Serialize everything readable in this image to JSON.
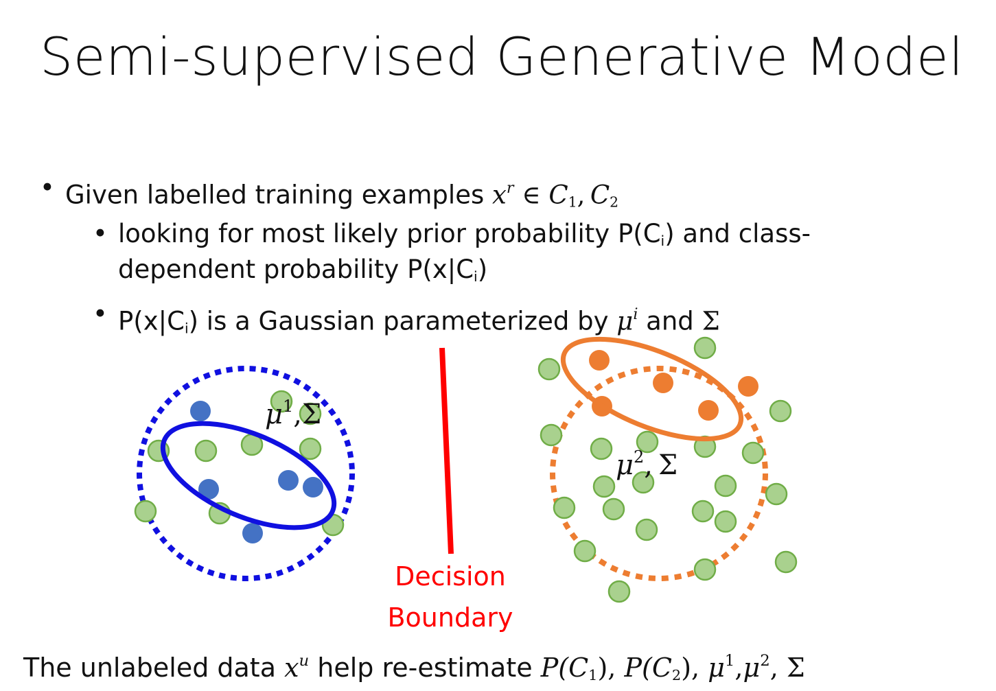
{
  "title": "Semi-supervised Generative Model",
  "bullets": {
    "b1": {
      "text": "Given labelled training examples",
      "math": "x",
      "sup": "r",
      "member": " ∈ ",
      "c": "C",
      "s1": "1",
      "comma": ",",
      "s2": "2"
    },
    "b2": {
      "line1_a": "looking for most likely prior probability P(C",
      "sub": "i",
      "line1_b": ") and class-",
      "line2_a": "dependent probability P(x|C",
      "line2_b": ")"
    },
    "b3": {
      "a": "P(x|C",
      "sub": "i",
      "b": ") is a Gaussian parameterized by ",
      "mu": "μ",
      "sup": "i",
      "c": " and ",
      "sigma": "Σ"
    }
  },
  "diagram": {
    "mu1_label": {
      "mu": "μ",
      "sup": "1",
      "sep": ",",
      "sigma": "Σ"
    },
    "mu2_label": {
      "mu": "μ",
      "sup": "2",
      "sep": ",",
      "sigma": "Σ"
    },
    "decision_line1": "Decision",
    "decision_line2": "Boundary",
    "colors": {
      "class1": "#4472c4",
      "class1_ring": "#1010e0",
      "class2": "#ed7d31",
      "unlabeled_fill": "#a9d18e",
      "unlabeled_stroke": "#70ad47",
      "boundary": "#ff0000"
    }
  },
  "bottom": {
    "a": "The unlabeled data ",
    "x": "x",
    "xsup": "u",
    "b": " help re-estimate ",
    "p1": "P(C",
    "p1sub": "1",
    "p1end": "), ",
    "p2": "P(C",
    "p2sub": "2",
    "p2end": "), ",
    "mu1": "μ",
    "mu1sup": "1",
    "c1": ",",
    "mu2": "μ",
    "mu2sup": "2",
    "c2": ", ",
    "sigma": "Σ"
  }
}
